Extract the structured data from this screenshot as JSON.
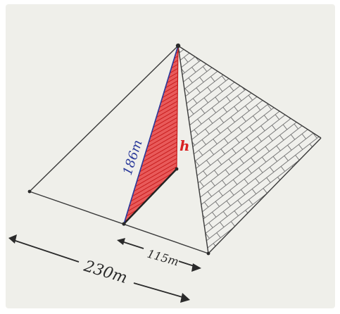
{
  "diagram": {
    "labels": {
      "slant_height": "186m",
      "height": "h",
      "half_base": "115m",
      "base": "230m"
    },
    "colors": {
      "paper": "#efefea",
      "edge": "#3a3a3a",
      "brick": "#7a7a7a",
      "triangle_fill": "#e33030",
      "slant_label": "#2b3a9a",
      "height_label": "#d92222"
    }
  }
}
